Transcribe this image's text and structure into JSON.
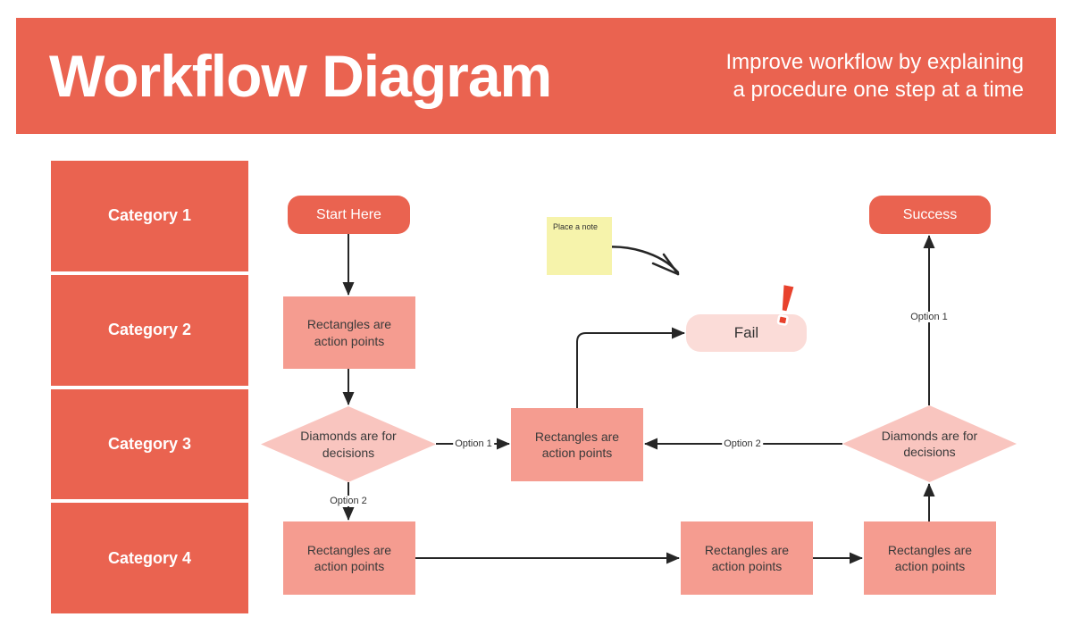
{
  "header": {
    "title": "Workflow Diagram",
    "subtitle_line1": "Improve workflow by explaining",
    "subtitle_line2": "a procedure one step at a time"
  },
  "categories": [
    {
      "label": "Category 1"
    },
    {
      "label": "Category 2"
    },
    {
      "label": "Category 3"
    },
    {
      "label": "Category 4"
    }
  ],
  "flowchart": {
    "start_label": "Start Here",
    "success_label": "Success",
    "fail_label": "Fail",
    "action_label": "Rectangles are action points",
    "decision_label": "Diamonds are for decisions",
    "note_label": "Place a note",
    "option1_label": "Option 1",
    "option2_label": "Option 2"
  },
  "colors": {
    "accent_coral": "#EA6350",
    "action_salmon": "#F59C90",
    "decision_pink": "#F9C5BF",
    "fail_pink": "#FBDCD8",
    "note_yellow": "#F6F3AB",
    "warning_red": "#E8422D",
    "connector_black": "#262626"
  }
}
